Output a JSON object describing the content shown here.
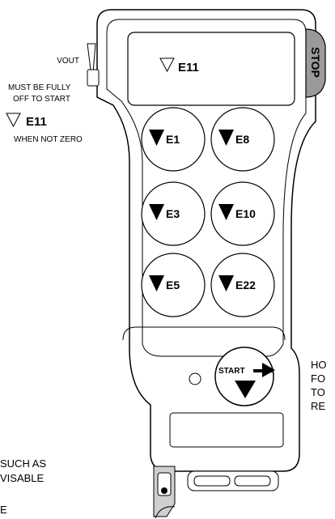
{
  "vout_label": "VOUT",
  "must_off_line1": "MUST BE FULLY",
  "must_off_line2": "OFF TO START",
  "left_code": "E11",
  "left_note": "WHEN NOT ZERO",
  "display_code": "E11",
  "stop_label": "STOP",
  "buttons": [
    {
      "code": "E1"
    },
    {
      "code": "E8"
    },
    {
      "code": "E3"
    },
    {
      "code": "E10"
    },
    {
      "code": "E5"
    },
    {
      "code": "E22"
    }
  ],
  "start_label": "START",
  "right_note_fragments": [
    "HO",
    "FO",
    "TO",
    "RE"
  ],
  "bottom_note_fragments": [
    "SUCH AS",
    "VISABLE",
    "E"
  ]
}
